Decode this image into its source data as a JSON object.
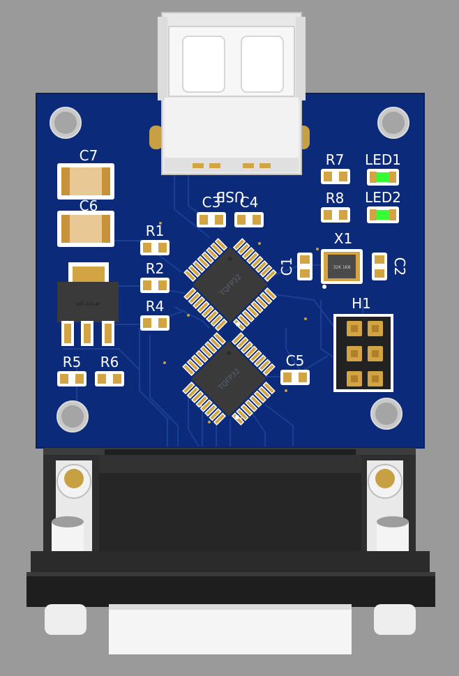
{
  "board": {
    "usb_label": "USB",
    "regulator_marking": "SOT-223-4P",
    "crystal_marking": "32K 1K8",
    "chip_marking": "TQFP32",
    "refdes": [
      "C7",
      "C6",
      "R1",
      "R2",
      "R4",
      "C3",
      "C4",
      "R7",
      "R8",
      "LED1",
      "LED2",
      "X1",
      "C1",
      "C2",
      "H1",
      "R5",
      "R6",
      "C5"
    ]
  },
  "colors": {
    "background": "#9a9a9a",
    "pcb": "#0b2a7a",
    "trace": "#1b3f95",
    "pad": "#d3a443",
    "silk": "#ffffff",
    "led_on": "#33ff33",
    "chip": "#3a3a3a",
    "connector_shell": "#2a2a2a",
    "connector_body": "#f0f0f0"
  },
  "icons": [
    "usb-connector-icon",
    "dsub-connector-icon",
    "mounting-hole-icon"
  ]
}
